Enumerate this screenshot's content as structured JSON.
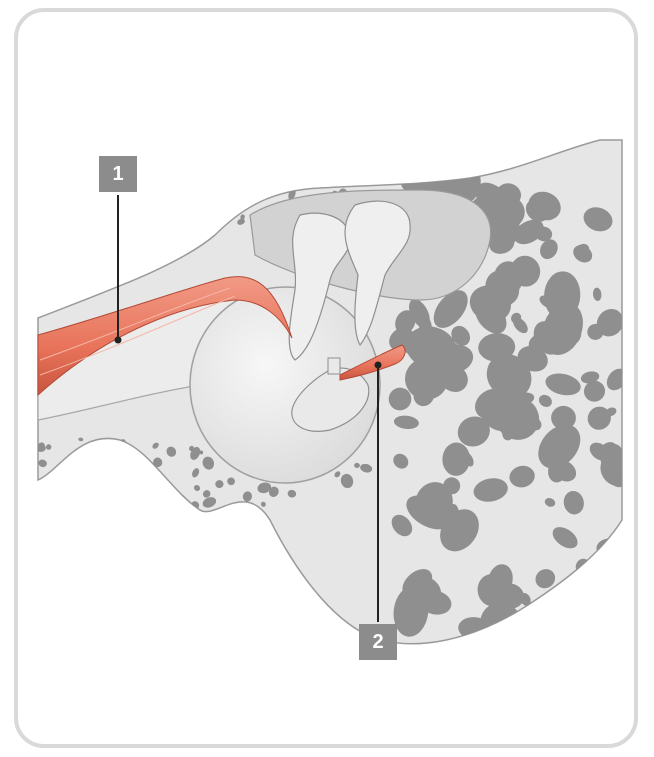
{
  "labels": [
    {
      "id": "1",
      "text": "1"
    },
    {
      "id": "2",
      "text": "2"
    }
  ],
  "colors": {
    "bone": "#e6e6e6",
    "bone_outline": "#9a9a9a",
    "pore": "#8f8f8f",
    "cavity": "#d2d2d2",
    "ossicle": "#efefef",
    "muscle": "#e8735a",
    "label_bg": "#8c8c8c"
  }
}
